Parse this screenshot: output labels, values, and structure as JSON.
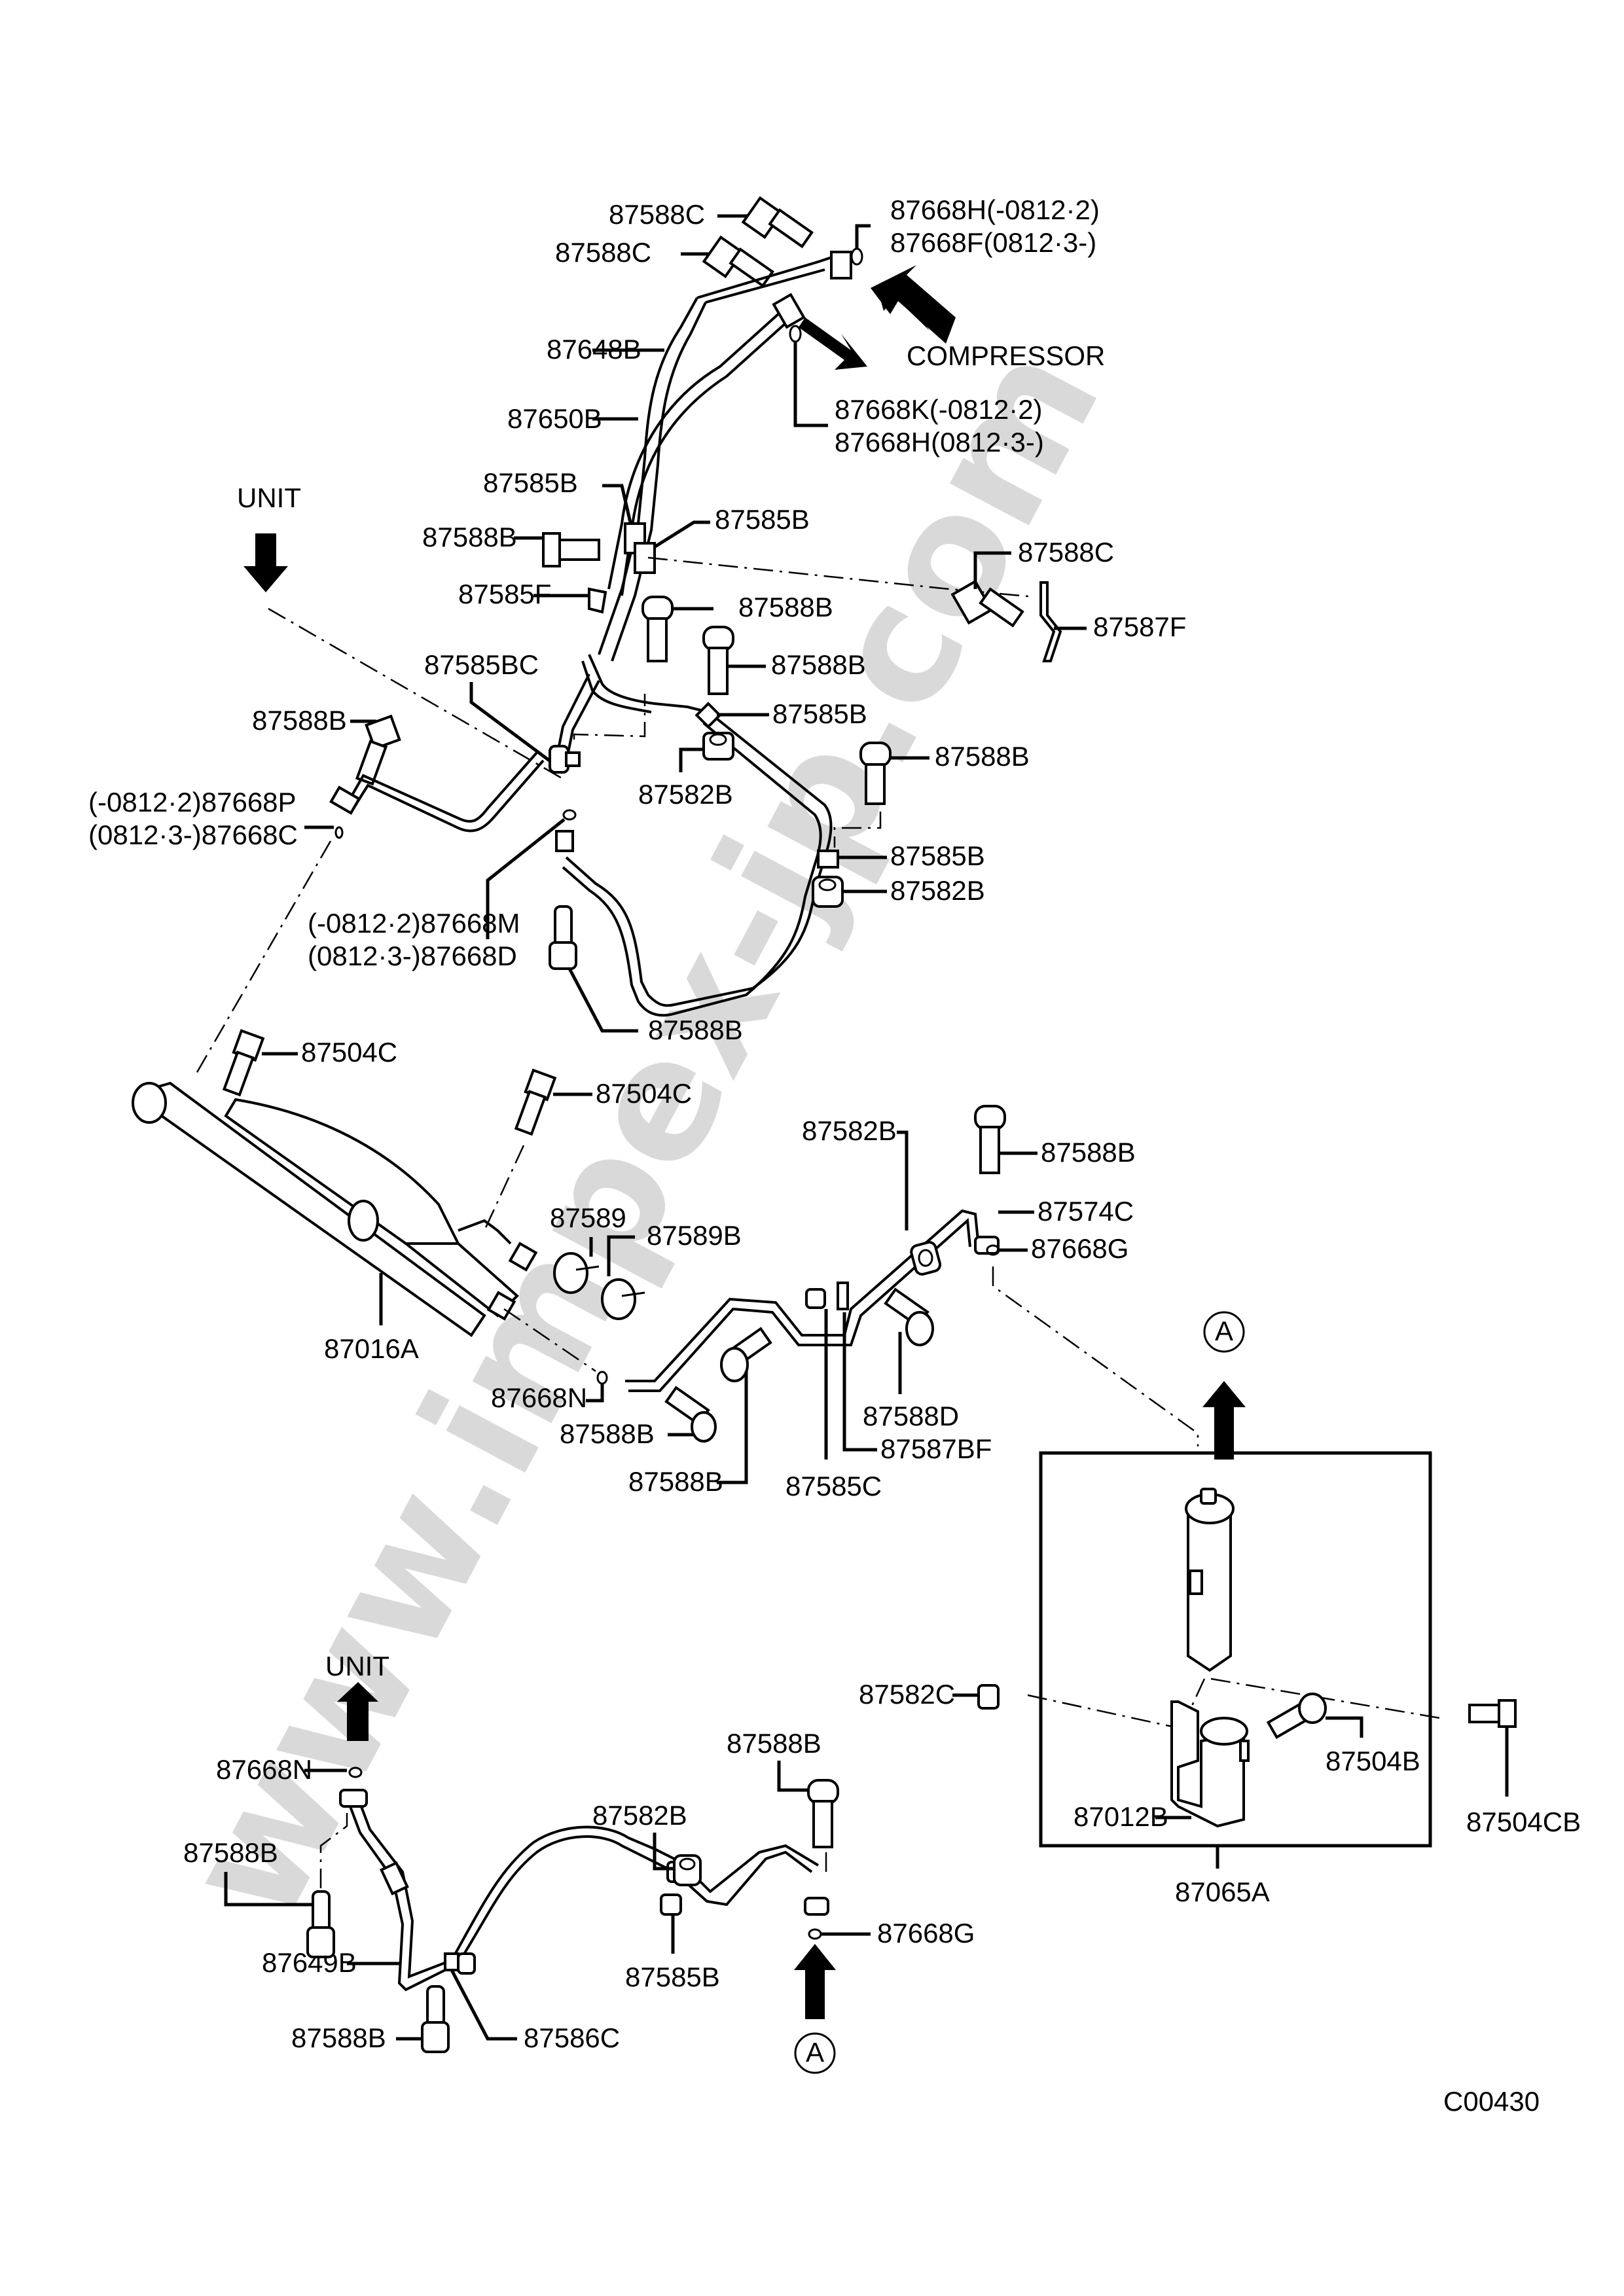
{
  "diagram": {
    "code": "C00430",
    "watermark": "www.impex-jp.com",
    "direction_labels": {
      "compressor": "COMPRESSOR",
      "unit_top": "UNIT",
      "unit_bottom": "UNIT",
      "ref_a_top": "A",
      "ref_a_bottom": "A"
    },
    "labels": {
      "l87588c_1": "87588C",
      "l87588c_2": "87588C",
      "l87668h_a": "87668H(-0812·2)",
      "l87668f": "87668F(0812·3-)",
      "l87648b": "87648B",
      "l87650b": "87650B",
      "l87668k": "87668K(-0812·2)",
      "l87668h_b": "87668H(0812·3-)",
      "l87585b_1": "87585B",
      "l87585b_2": "87585B",
      "l87588b_1": "87588B",
      "l87588c_3": "87588C",
      "l87587f": "87587F",
      "l87585f": "87585F",
      "l87588b_2": "87588B",
      "l87588b_3": "87588B",
      "l87585bc": "87585BC",
      "l87585b_3": "87585B",
      "l87588b_4": "87588B",
      "l87582b_1": "87582B",
      "l87588b_5": "87588B",
      "l87668p": "(-0812·2)87668P",
      "l87668c": "(0812·3-)87668C",
      "l87585b_4": "87585B",
      "l87582b_2": "87582B",
      "l87668m": "(-0812·2)87668M",
      "l87668d": "(0812·3-)87668D",
      "l87588b_6": "87588B",
      "l87504c_1": "87504C",
      "l87504c_2": "87504C",
      "l87588b_7": "87588B",
      "l87589": "87589",
      "l87589b": "87589B",
      "l87582b_3": "87582B",
      "l87574c": "87574C",
      "l87668g_1": "87668G",
      "l87016a": "87016A",
      "l87668n_1": "87668N",
      "l87588d": "87588D",
      "l87588b_8": "87588B",
      "l87587bf": "87587BF",
      "l87588b_9": "87588B",
      "l87585c": "87585C",
      "l87582c": "87582C",
      "l87504b": "87504B",
      "l87012b": "87012B",
      "l87504cb": "87504CB",
      "l87065a": "87065A",
      "l87668n_2": "87668N",
      "l87588b_10": "87588B",
      "l87588b_11": "87588B",
      "l87582b_4": "87582B",
      "l87649b": "87649B",
      "l87585b_5": "87585B",
      "l87668g_2": "87668G",
      "l87588b_12": "87588B",
      "l87586c": "87586C"
    }
  }
}
